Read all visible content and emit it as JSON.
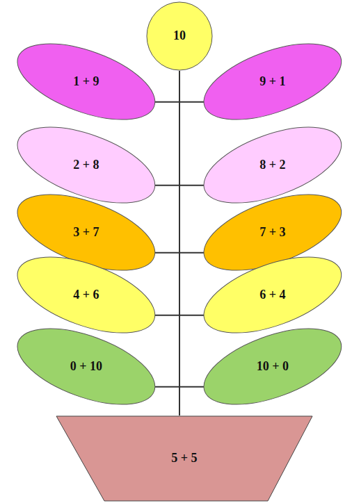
{
  "diagram": {
    "nodes": [
      {
        "text": [
          "10"
        ]
      },
      {
        "text": [
          "1 + 9"
        ]
      },
      {
        "text": [
          "9 + 1"
        ]
      },
      {
        "text": [
          "2 + 8"
        ]
      },
      {
        "text": [
          "8 + 2"
        ]
      },
      {
        "text": [
          "3 + 7"
        ]
      },
      {
        "text": [
          "7 + 3"
        ]
      },
      {
        "text": [
          "4 + 6"
        ]
      },
      {
        "text": [
          "6 + 4"
        ]
      },
      {
        "text": [
          "0 + 10"
        ]
      },
      {
        "text": [
          "10 + 0"
        ]
      },
      {
        "text": [
          "5 + 5"
        ]
      }
    ],
    "edges": [
      {
        "from": 0,
        "to": 11,
        "arrow": "none"
      },
      {
        "from": 1,
        "to": 2,
        "arrow": "none"
      },
      {
        "from": 3,
        "to": 4,
        "arrow": "none"
      },
      {
        "from": 5,
        "to": 6,
        "arrow": "none"
      },
      {
        "from": 7,
        "to": 8,
        "arrow": "none"
      },
      {
        "from": 9,
        "to": 10,
        "arrow": "none"
      }
    ]
  }
}
